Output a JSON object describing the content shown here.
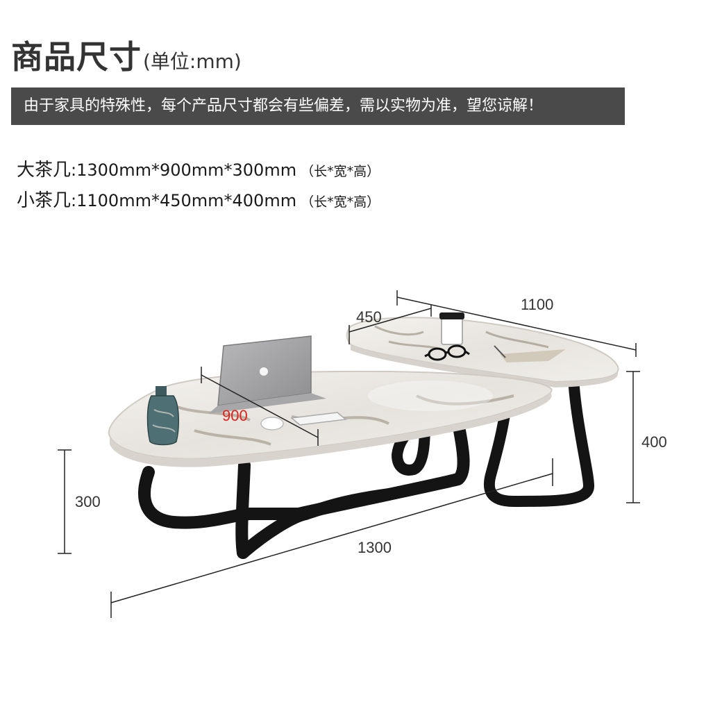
{
  "header": {
    "title": "商品尺寸",
    "unit": "(单位:mm)"
  },
  "notice": "由于家具的特殊性，每个产品尺寸都会有些偏差，需以实物为准，望您谅解！",
  "specs": {
    "large": {
      "label": "大茶几",
      "dims": "1300mm*900mm*300mm",
      "note": "（长*宽*高）"
    },
    "small": {
      "label": "小茶几",
      "dims": "1100mm*450mm*400mm",
      "note": "（长*宽*高）"
    }
  },
  "dimensions": {
    "small_length": "1100",
    "small_width": "450",
    "small_height": "400",
    "large_length": "1300",
    "large_width": "900",
    "large_height": "300"
  },
  "colors": {
    "notice_bg": "#4a4a4a",
    "highlight": "#e0201a",
    "leg": "#141414",
    "marble": "#eeece8"
  }
}
